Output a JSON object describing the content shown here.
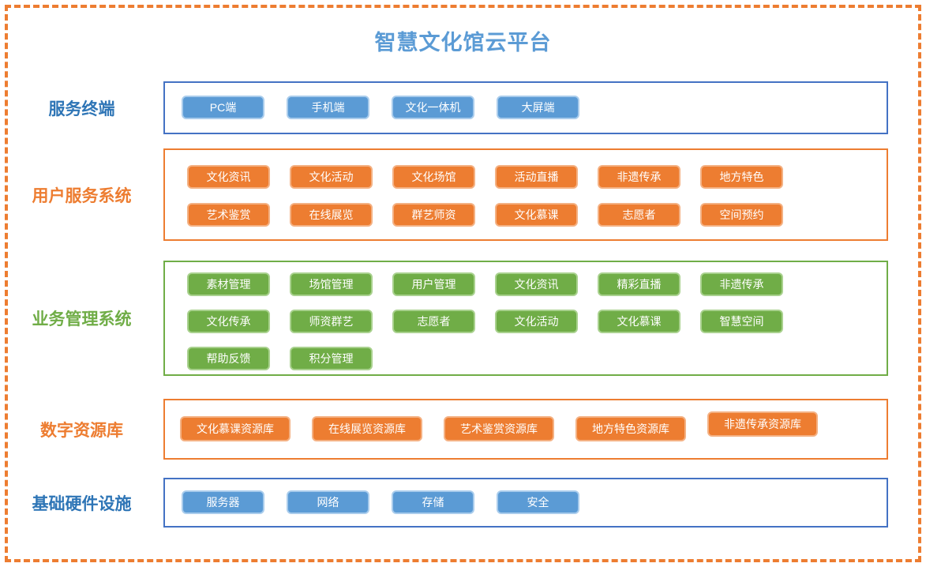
{
  "title": "智慧文化馆云平台",
  "colors": {
    "frame_dashed": "#ED7D31",
    "title_text": "#5B9BD5",
    "blue_fill": "#5B9BD5",
    "blue_chip_border": "#A9CCEC",
    "blue_box_border": "#4472C4",
    "blue_label": "#2E75B6",
    "orange_fill": "#ED7D31",
    "orange_chip_border": "#F4B183",
    "green_fill": "#70AD47",
    "green_chip_border": "#A9D18E",
    "chip_text": "#FFFFFF"
  },
  "sections": [
    {
      "label": "服务终端",
      "color": "blue",
      "rows": [
        [
          "PC端",
          "手机端",
          "文化一体机",
          "大屏端"
        ]
      ]
    },
    {
      "label": "用户服务系统",
      "color": "orange",
      "rows": [
        [
          "文化资讯",
          "文化活动",
          "文化场馆",
          "活动直播",
          "非遗传承",
          "地方特色"
        ],
        [
          "艺术鉴赏",
          "在线展览",
          "群艺师资",
          "文化慕课",
          "志愿者",
          "空间预约"
        ]
      ]
    },
    {
      "label": "业务管理系统",
      "color": "green",
      "rows": [
        [
          "素材管理",
          "场馆管理",
          "用户管理",
          "文化资讯",
          "精彩直播",
          "非遗传承"
        ],
        [
          "文化传承",
          "师资群艺",
          "志愿者",
          "文化活动",
          "文化慕课",
          "智慧空间"
        ],
        [
          "帮助反馈",
          "积分管理"
        ]
      ]
    },
    {
      "label": "数字资源库",
      "color": "orange",
      "rows": [
        [
          "文化慕课资源库",
          "在线展览资源库",
          "艺术鉴赏资源库",
          "地方特色资源库",
          "非遗传承资源库"
        ]
      ]
    },
    {
      "label": "基础硬件设施",
      "color": "blue",
      "rows": [
        [
          "服务器",
          "网络",
          "存储",
          "安全"
        ]
      ]
    }
  ]
}
